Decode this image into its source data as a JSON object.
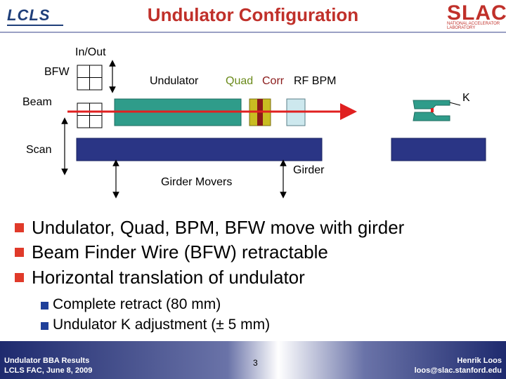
{
  "title": "Undulator Configuration",
  "logos": {
    "left": "LCLS",
    "right": "SLAC",
    "right_sub": "NATIONAL ACCELERATOR LABORATORY"
  },
  "diagram": {
    "in_out": "In/Out",
    "bfw": "BFW",
    "undulator": "Undulator",
    "quad": "Quad",
    "corr": "Corr",
    "rf_bpm": "RF BPM",
    "beam": "Beam",
    "k": "K",
    "scan": "Scan",
    "girder_movers": "Girder Movers",
    "girder": "Girder"
  },
  "bullets": [
    "Undulator, Quad, BPM, BFW move with girder",
    "Beam Finder Wire (BFW) retractable",
    "Horizontal translation of undulator"
  ],
  "sub_bullets": [
    "Complete retract (80 mm)",
    "Undulator K adjustment (± 5 mm)"
  ],
  "footer": {
    "left_line1": "Undulator BBA Results",
    "left_line2": "LCLS FAC, June 8, 2009",
    "page": "3",
    "right_line1": "Henrik Loos",
    "right_line2": "loos@slac.stanford.edu"
  },
  "colors": {
    "title": "#c0302a",
    "undulator": "#2f9c8a",
    "girder": "#2a3585",
    "beam": "#e02020",
    "quad_label": "#6a8a1a",
    "corr_label": "#8a1a1a"
  }
}
